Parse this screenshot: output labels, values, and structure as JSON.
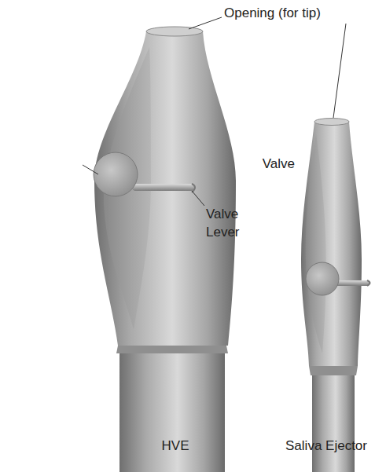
{
  "diagram": {
    "labels": [
      "Opening (for tip)",
      "Valve",
      "Valve Lever",
      "HVE",
      "Saliva Ejector"
    ]
  }
}
